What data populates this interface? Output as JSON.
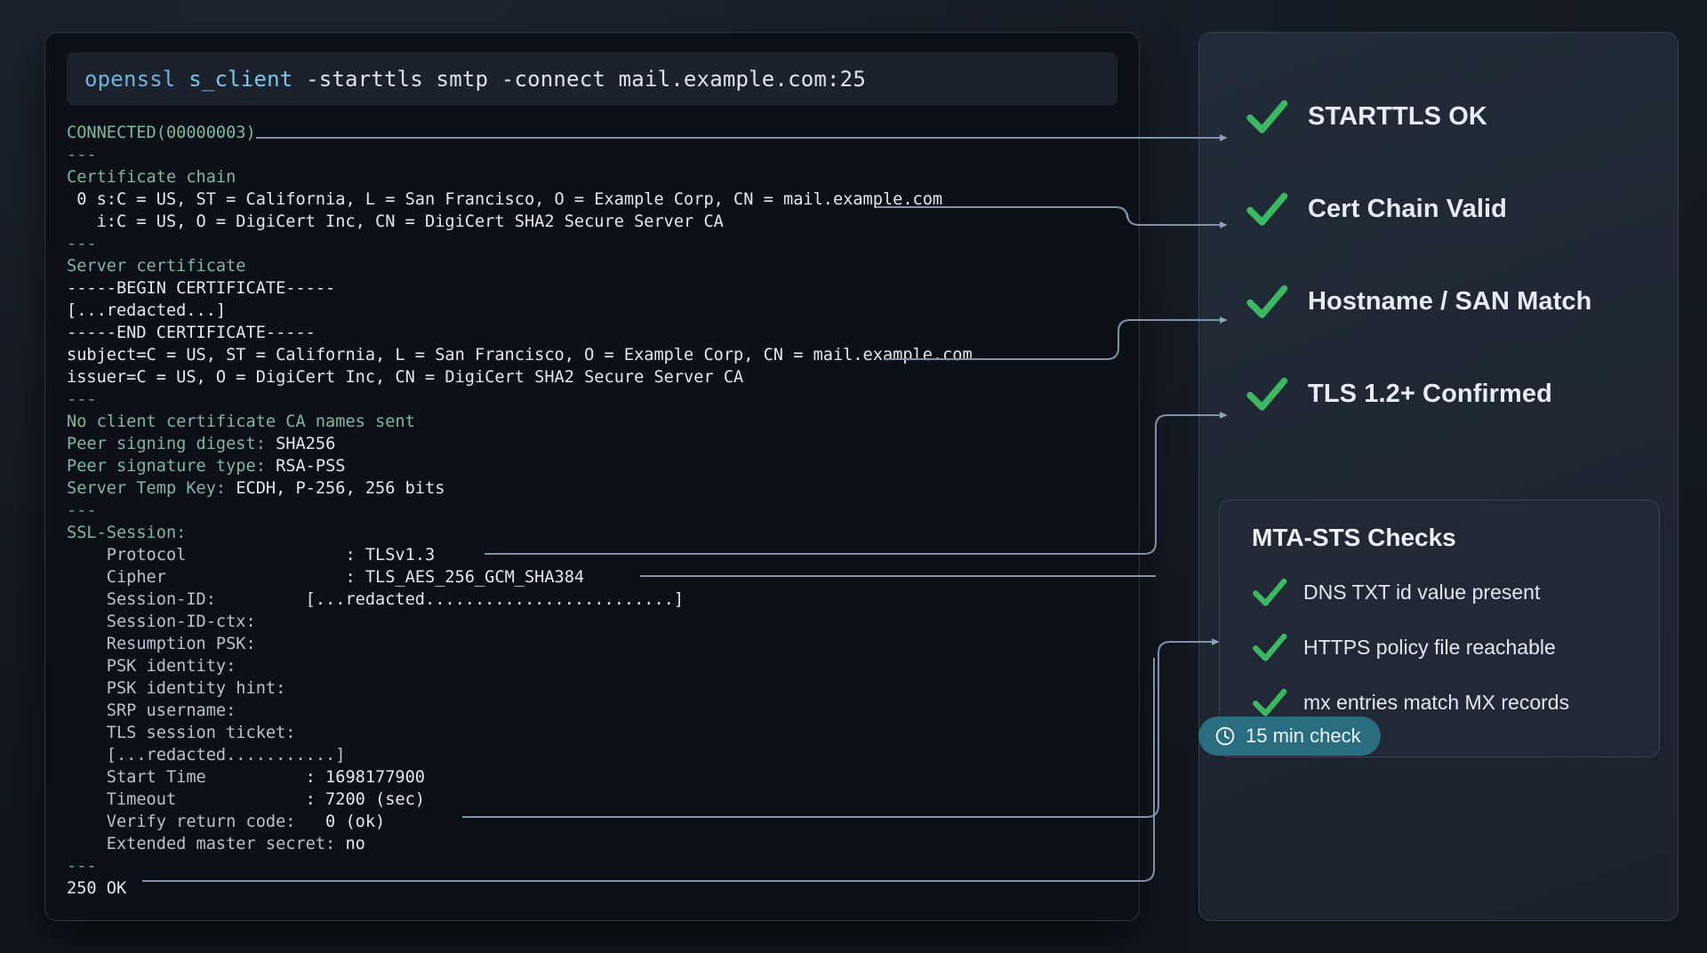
{
  "terminal": {
    "command": {
      "program": "openssl",
      "subcommand": "s_client",
      "args": "-starttls smtp -connect mail.example.com:25",
      "full": "openssl s_client -starttls smtp -connect mail.example.com:25"
    },
    "lines": [
      {
        "text": "CONNECTED(00000003)",
        "style": "green"
      },
      {
        "text": "---",
        "style": "dash"
      },
      {
        "text": "Certificate chain",
        "style": "green"
      },
      {
        "text": " 0 s:C = US, ST = California, L = San Francisco, O = Example Corp, CN = mail.example.com",
        "style": "white"
      },
      {
        "text": "   i:C = US, O = DigiCert Inc, CN = DigiCert SHA2 Secure Server CA",
        "style": "white"
      },
      {
        "text": "---",
        "style": "dash"
      },
      {
        "text": "Server certificate",
        "style": "green"
      },
      {
        "text": "-----BEGIN CERTIFICATE-----",
        "style": "white"
      },
      {
        "text": "[...redacted...]",
        "style": "white"
      },
      {
        "text": "-----END CERTIFICATE-----",
        "style": "white"
      },
      {
        "text": "subject=C = US, ST = California, L = San Francisco, O = Example Corp, CN = mail.example.com",
        "style": "white"
      },
      {
        "text": "issuer=C = US, O = DigiCert Inc, CN = DigiCert SHA2 Secure Server CA",
        "style": "white"
      },
      {
        "text": "---",
        "style": "dash"
      },
      {
        "text": "No client certificate CA names sent",
        "style": "green"
      },
      {
        "label": "Peer signing digest: ",
        "value": "SHA256",
        "style": "kv"
      },
      {
        "label": "Peer signature type: ",
        "value": "RSA-PSS",
        "style": "kv"
      },
      {
        "label": "Server Temp Key: ",
        "value": "ECDH, P-256, 256 bits",
        "style": "kv"
      },
      {
        "text": "---",
        "style": "dash"
      },
      {
        "text": "SSL-Session:",
        "style": "green"
      },
      {
        "label": "    Protocol                ",
        "value": ": TLSv1.3",
        "style": "kv2"
      },
      {
        "label": "    Cipher                  ",
        "value": ": TLS_AES_256_GCM_SHA384",
        "style": "kv2"
      },
      {
        "label": "    Session-ID:         ",
        "value": "[...redacted.........................]",
        "style": "kv2"
      },
      {
        "text": "    Session-ID-ctx:",
        "style": "dim"
      },
      {
        "text": "    Resumption PSK:",
        "style": "dim"
      },
      {
        "text": "    PSK identity:",
        "style": "dim"
      },
      {
        "text": "    PSK identity hint:",
        "style": "dim"
      },
      {
        "text": "    SRP username:",
        "style": "dim"
      },
      {
        "text": "    TLS session ticket:",
        "style": "dim"
      },
      {
        "text": "    [...redacted...........]",
        "style": "dim"
      },
      {
        "label": "    Start Time          ",
        "value": ": 1698177900",
        "style": "kv2"
      },
      {
        "label": "    Timeout             ",
        "value": ": 7200 (sec)",
        "style": "kv2"
      },
      {
        "label": "    Verify return code: ",
        "value": "  0 (ok)",
        "style": "kv2"
      },
      {
        "label": "    Extended master secret: ",
        "value": "no",
        "style": "kv2"
      },
      {
        "text": "---",
        "style": "dash"
      },
      {
        "text": "250 OK",
        "style": "white"
      }
    ]
  },
  "rail": {
    "checks": [
      {
        "label": "STARTTLS OK",
        "icon": "check-icon"
      },
      {
        "label": "Cert Chain Valid",
        "icon": "check-icon"
      },
      {
        "label": "Hostname / SAN Match",
        "icon": "check-icon"
      },
      {
        "label": "TLS 1.2+ Confirmed",
        "icon": "check-icon"
      }
    ],
    "mta_card": {
      "title": "MTA-STS Checks",
      "items": [
        {
          "label": "DNS TXT id value present",
          "icon": "check-icon"
        },
        {
          "label": "HTTPS policy file reachable",
          "icon": "check-icon"
        },
        {
          "label": "mx entries match MX records",
          "icon": "check-icon"
        }
      ]
    }
  },
  "badge": {
    "icon": "clock-icon",
    "label": "15 min check"
  },
  "colors": {
    "check_green": "#3cb862",
    "badge_bg": "#2a6d80",
    "terminal_bg": "#0d1117",
    "rail_bg": "#222c38",
    "connector": "#7e93ab",
    "term_green": "#7fb7a0",
    "cmd_accent": "#6fb3e0"
  }
}
